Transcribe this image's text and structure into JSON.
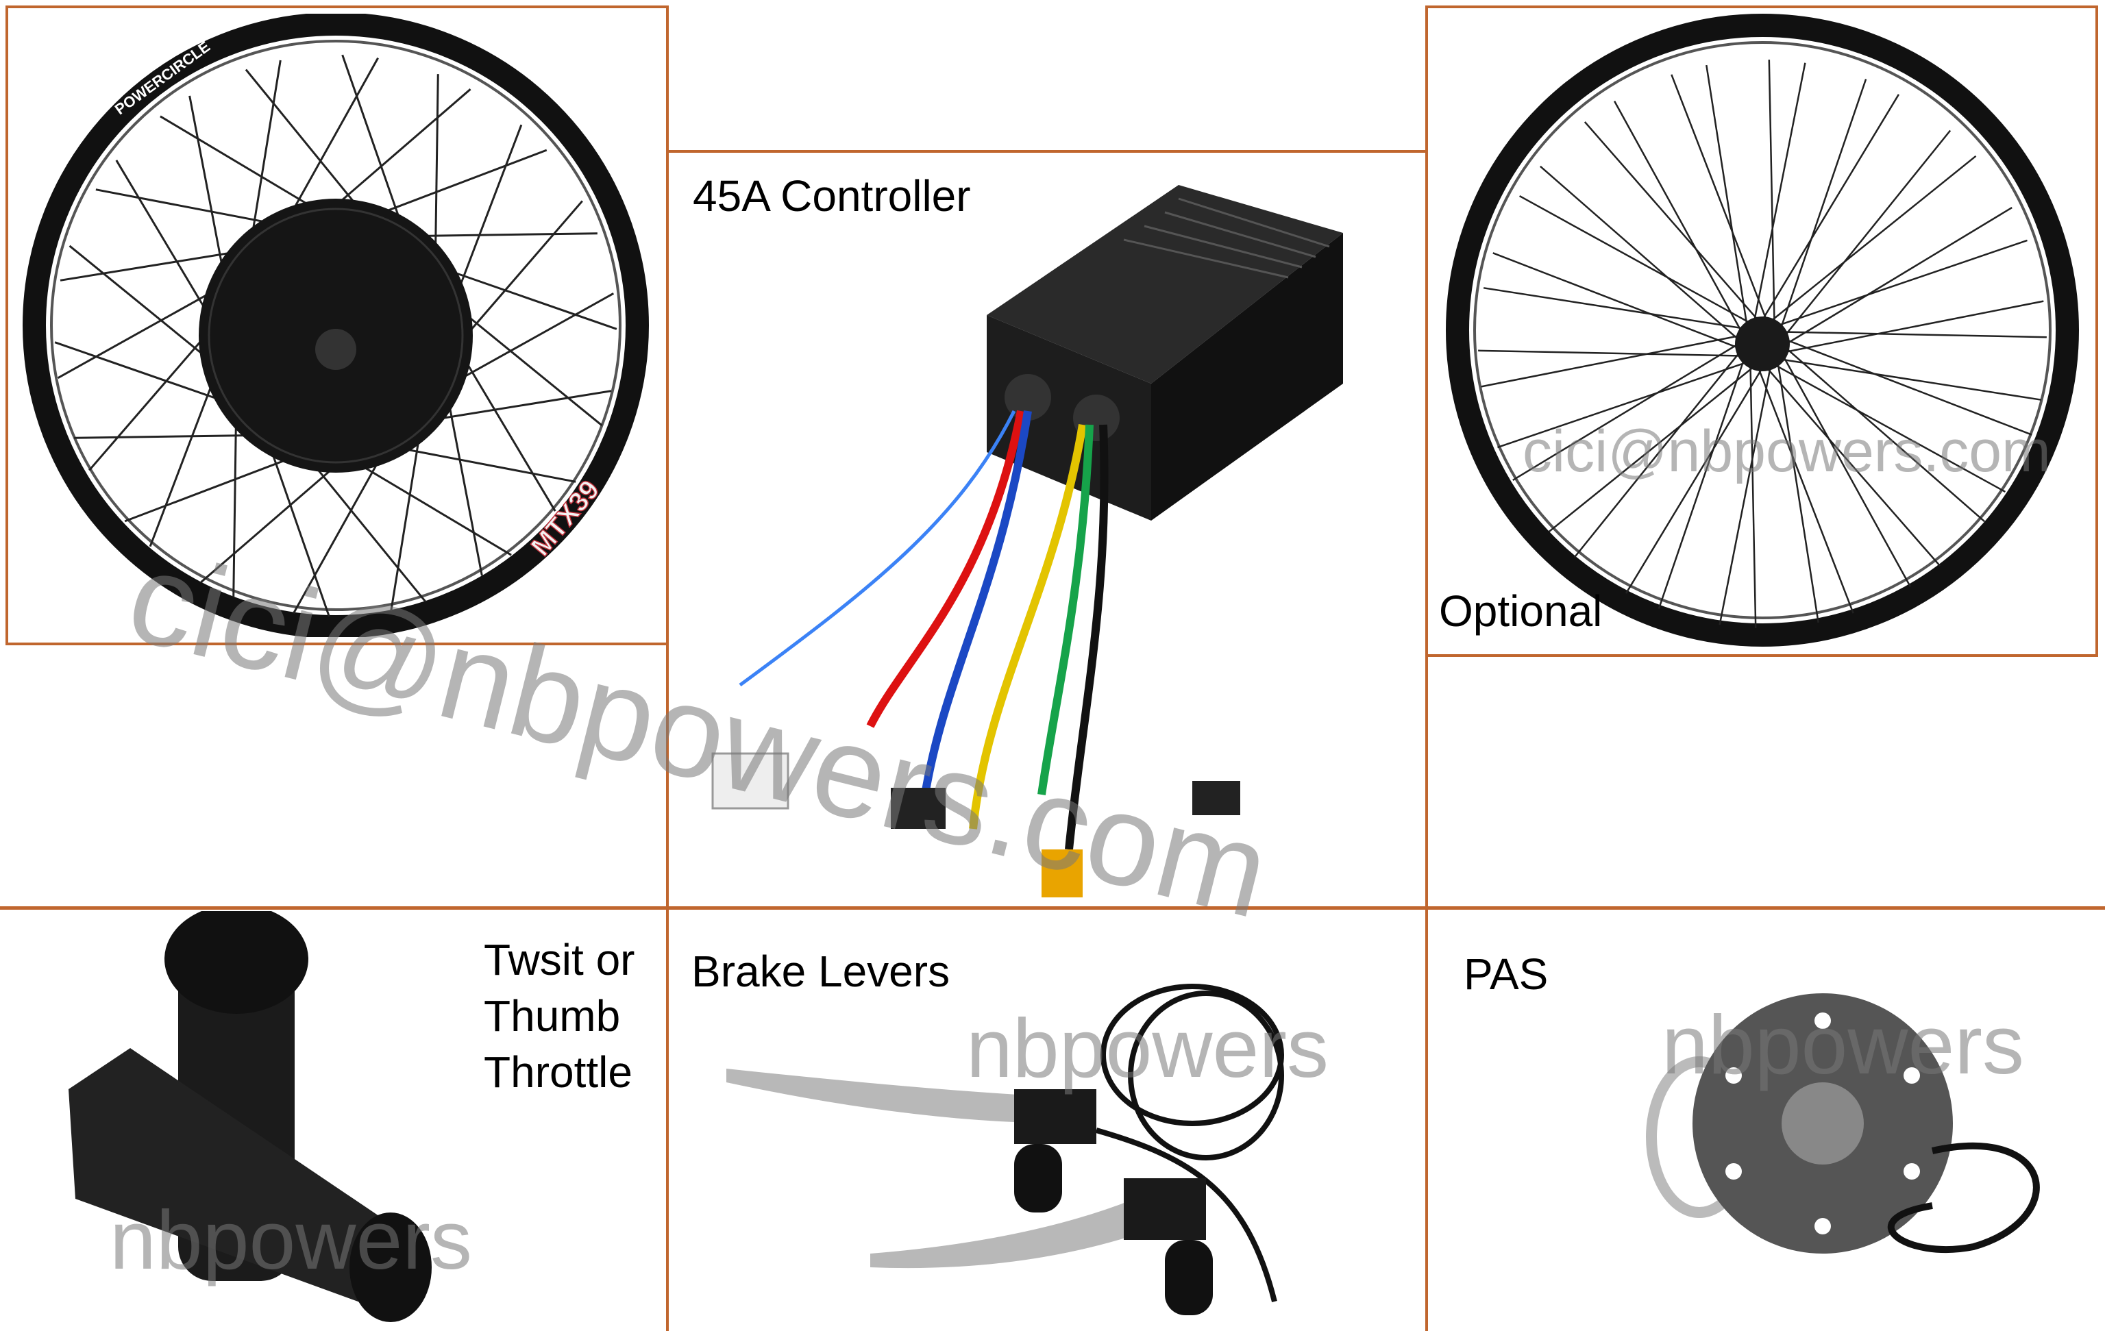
{
  "labels": {
    "controller": "45A Controller",
    "optional": "Optional",
    "throttle": [
      "Twsit or",
      "Thumb",
      "Throttle"
    ],
    "brake": "Brake Levers",
    "pas": "PAS"
  },
  "watermarks": {
    "main": "cici@nbpowers.com",
    "rear": "cici@nbpowers.com",
    "brake": "nbpowers",
    "pas": "nbpowers",
    "throttle": "nbpowers"
  },
  "rim_branding": [
    "MTX39",
    "POWERCIRCLE"
  ],
  "colors": {
    "border": "#c0662e",
    "text": "#000000",
    "watermark": "#787878"
  }
}
